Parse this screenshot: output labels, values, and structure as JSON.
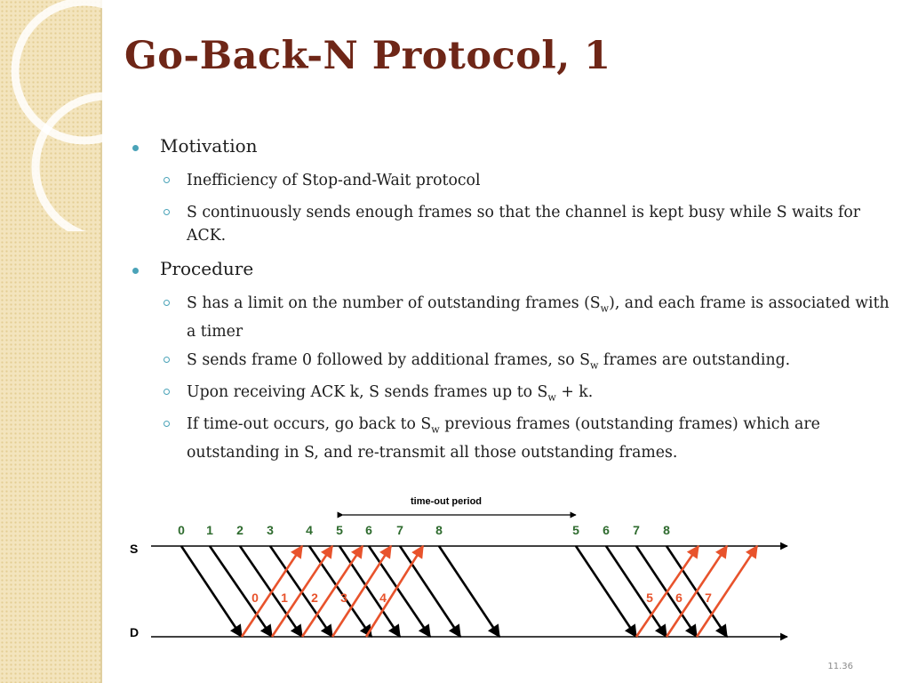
{
  "title": "Go-Back-N Protocol, 1",
  "colors": {
    "title": "#6e2617",
    "bullet": "#4aa3b8",
    "sidebar": "#f3e4bd",
    "frame_number": "#2e6b2e",
    "ack": "#e8532c",
    "frame_arrow": "#000000"
  },
  "bullets": [
    {
      "label": "Motivation",
      "items": [
        "Inefficiency of Stop-and-Wait protocol",
        "S continuously sends enough frames so that the channel is kept busy while S waits for ACK."
      ]
    },
    {
      "label": "Procedure",
      "items": [
        {
          "pre": "S  has a limit on the number of outstanding frames (S",
          "sub": "w",
          "post": "), and each frame is associated with a timer"
        },
        {
          "pre": "S  sends frame 0 followed by additional frames, so S",
          "sub": "w",
          "post": " frames are outstanding."
        },
        {
          "pre": "Upon receiving ACK k, S sends frames up to S",
          "sub": "w",
          "post": " + k."
        },
        {
          "pre": "If time-out occurs, go back to S",
          "sub": "w",
          "post": " previous frames (outstanding frames) which are outstanding in S, and re-transmit all those outstanding frames."
        }
      ]
    }
  ],
  "diagram": {
    "sender_label": "S",
    "receiver_label": "D",
    "timeout_label": "time-out period",
    "frames_sent": [
      "0",
      "1",
      "2",
      "3",
      "4",
      "5",
      "6",
      "7",
      "8",
      "5",
      "6",
      "7",
      "8"
    ],
    "acks": [
      "0",
      "1",
      "2",
      "3",
      "4",
      "5",
      "6",
      "7"
    ]
  },
  "page_number": "11.36"
}
